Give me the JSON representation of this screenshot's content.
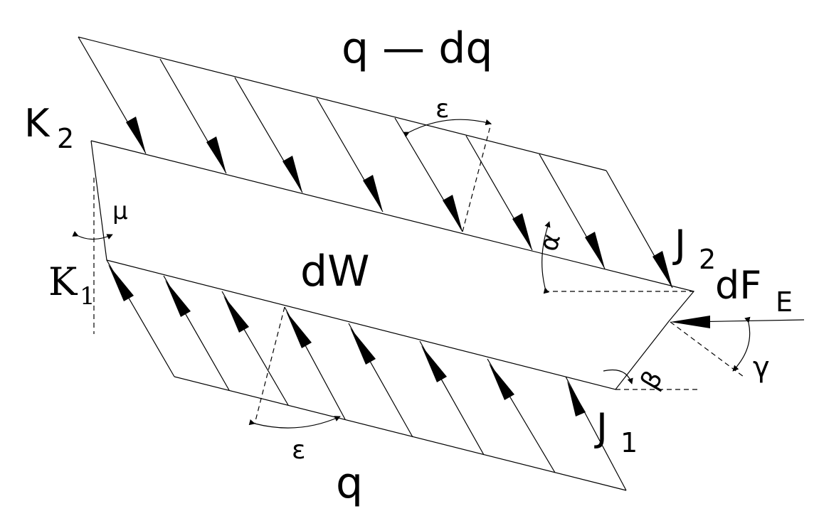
{
  "labels": {
    "top_load": "q — dq",
    "bottom_load": "q",
    "element": "dW",
    "corner_k2": "K",
    "corner_k2_sub": "2",
    "corner_k1": "K",
    "corner_k1_sub": "1",
    "corner_j2": "J",
    "corner_j2_sub": "2",
    "corner_j1": "J",
    "corner_j1_sub": "1",
    "force": "dF",
    "force_sub": "E",
    "eps_top": "ε",
    "eps_bottom": "ε",
    "alpha": "α",
    "beta": "β",
    "gamma": "γ",
    "mu": "μ"
  }
}
